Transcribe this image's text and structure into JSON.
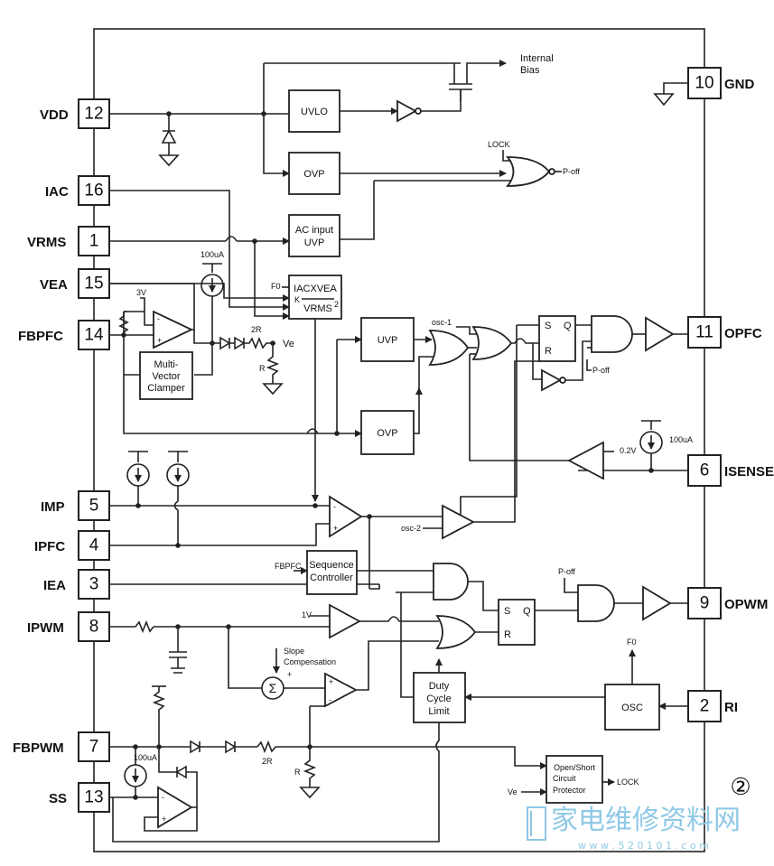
{
  "pins": [
    {
      "num": "12",
      "name": "VDD"
    },
    {
      "num": "16",
      "name": "IAC"
    },
    {
      "num": "1",
      "name": "VRMS"
    },
    {
      "num": "15",
      "name": "VEA"
    },
    {
      "num": "14",
      "name": "FBPFC"
    },
    {
      "num": "5",
      "name": "IMP"
    },
    {
      "num": "4",
      "name": "IPFC"
    },
    {
      "num": "3",
      "name": "IEA"
    },
    {
      "num": "8",
      "name": "IPWM"
    },
    {
      "num": "7",
      "name": "FBPWM"
    },
    {
      "num": "13",
      "name": "SS"
    },
    {
      "num": "10",
      "name": "GND"
    },
    {
      "num": "11",
      "name": "OPFC"
    },
    {
      "num": "6",
      "name": "ISENSE"
    },
    {
      "num": "9",
      "name": "OPWM"
    },
    {
      "num": "2",
      "name": "RI"
    }
  ],
  "blocks": {
    "uvlo": "UVLO",
    "ovp_top": "OVP",
    "ac_uvp_1": "AC input",
    "ac_uvp_2": "UVP",
    "mult_1": "IACXVEA",
    "mult_k": "K",
    "mult_2": "VRMS",
    "mult_exp": "2",
    "uvp_mid": "UVP",
    "ovp_mid": "OVP",
    "clamper_1": "Multi-",
    "clamper_2": "Vector",
    "clamper_3": "Clamper",
    "seq_1": "Sequence",
    "seq_2": "Controller",
    "duty_1": "Duty",
    "duty_2": "Cycle",
    "duty_3": "Limit",
    "osc": "OSC",
    "prot_1": "Open/Short",
    "prot_2": "Circuit",
    "prot_3": "Protector",
    "sum": "Σ"
  },
  "labels": {
    "internal_bias_1": "Internal",
    "internal_bias_2": "Bias",
    "lock_top": "LOCK",
    "poff_top": "P-off",
    "poff_mid": "P-off",
    "poff_pwm": "P-off",
    "fo_mult": "F0",
    "fo_osc": "F0",
    "ua100_top": "100uA",
    "ua100_isense": "100uA",
    "ua100_ss": "100uA",
    "v3": "3V",
    "r2_top": "2R",
    "r_top": "R",
    "ve_top": "Ve",
    "osc1": "osc-1",
    "osc2": "osc-2",
    "v02": "0.2V",
    "fbpfc_seq": "FBPFC",
    "v1": "1V",
    "slope_1": "Slope",
    "slope_2": "Compensation",
    "r2_bot": "2R",
    "r_bot": "R",
    "ve_bot": "Ve",
    "lock_bot": "LOCK",
    "sq_s1": "S",
    "sq_q1": "Q",
    "sq_r1": "R",
    "sq_s2": "S",
    "sq_q2": "Q",
    "sq_r2": "R",
    "circle_num": "②"
  },
  "watermark": {
    "text": "家电维修资料网",
    "url": "w w w . 5 2 0 1 0 1 . c o m"
  }
}
